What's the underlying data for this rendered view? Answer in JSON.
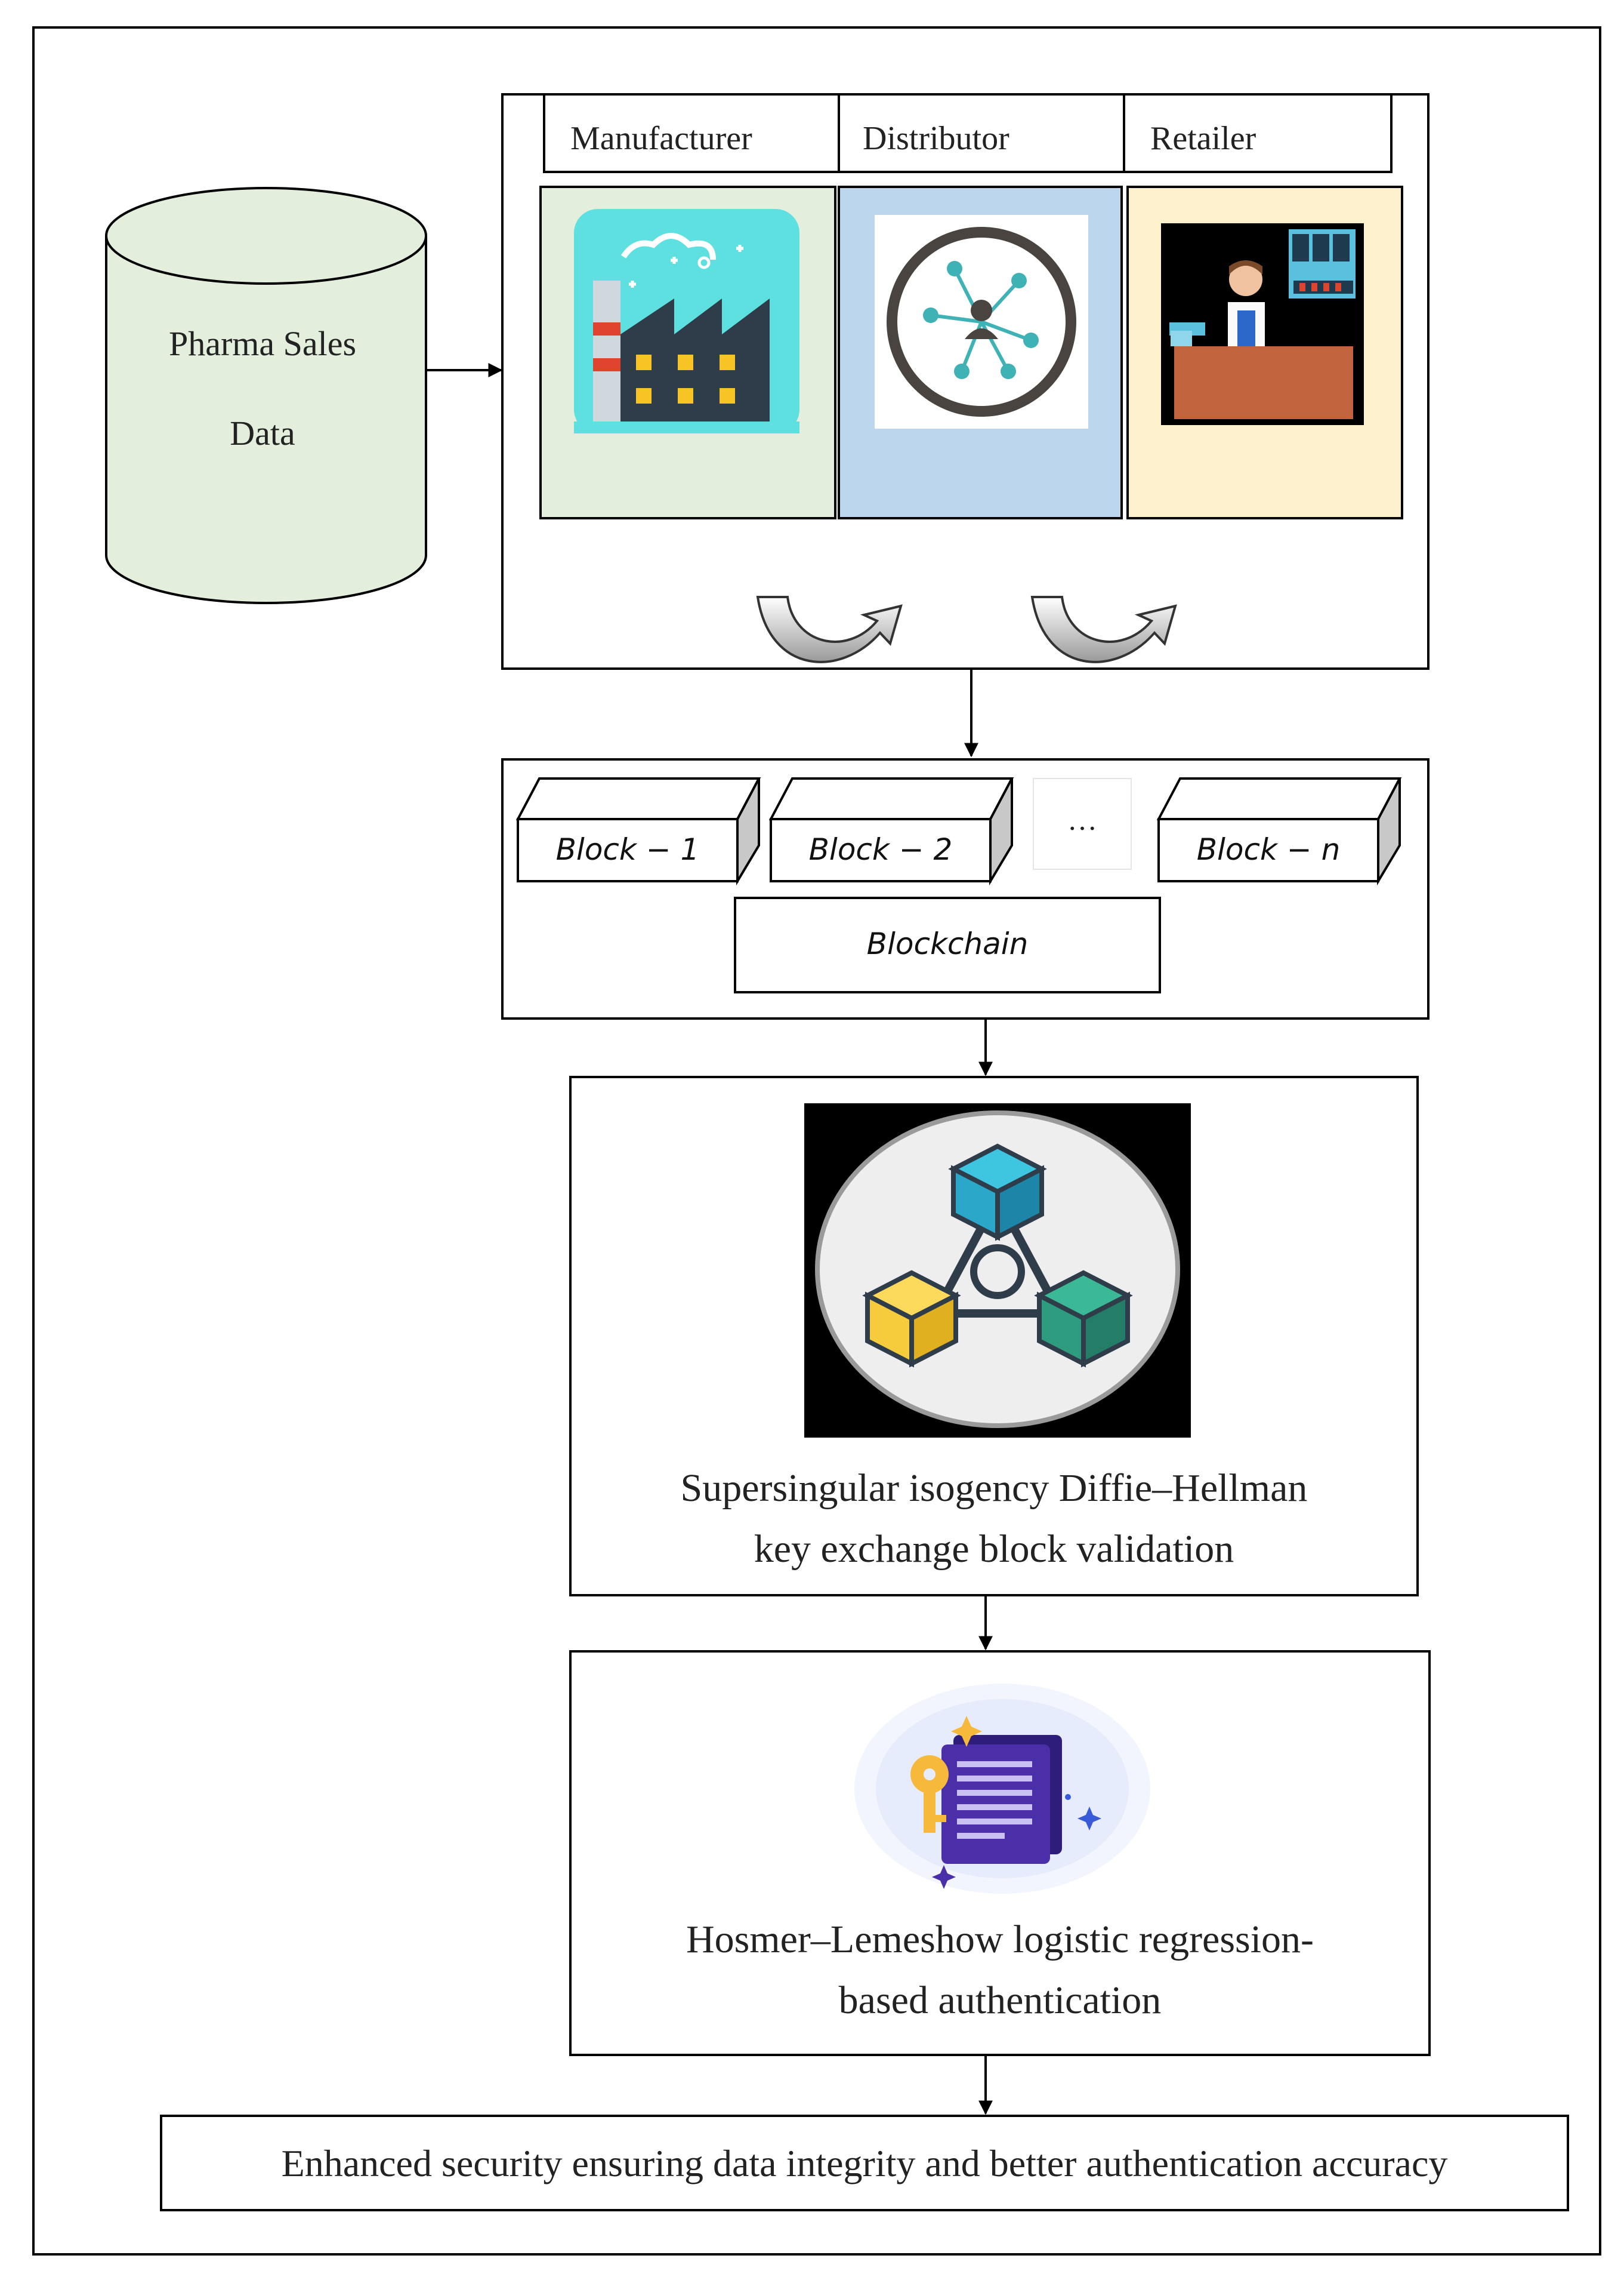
{
  "database": {
    "line1": "Pharma Sales",
    "line2": "Data"
  },
  "stakeholders": [
    {
      "label": "Manufacturer",
      "icon": "factory-icon",
      "bg": "#e3efdc"
    },
    {
      "label": "Distributor",
      "icon": "network-user-icon",
      "bg": "#bcd6ee"
    },
    {
      "label": "Retailer",
      "icon": "pharmacy-shop-icon",
      "bg": "#fdf0cc"
    }
  ],
  "blockchain": {
    "blocks": [
      "Block − 1",
      "Block − 2",
      "Block − n"
    ],
    "ellipsis": "…",
    "label": "Blockchain"
  },
  "validation": {
    "line1": "Supersingular isogency Diffie–Hellman",
    "line2": "key exchange block validation",
    "icon": "blockchain-network-icon"
  },
  "authentication": {
    "line1": "Hosmer–Lemeshow logistic regression-",
    "line2": "based authentication",
    "icon": "key-document-icon"
  },
  "result": {
    "text": "Enhanced security ensuring data integrity and better authentication accuracy"
  },
  "colors": {
    "database_fill": "#e3efdc",
    "cube_blue": "#2aa7c9",
    "cube_yellow": "#f6cc3d",
    "cube_green": "#2e9c7f",
    "doc_purple": "#4a2fa8",
    "key_yellow": "#f6b93b"
  }
}
